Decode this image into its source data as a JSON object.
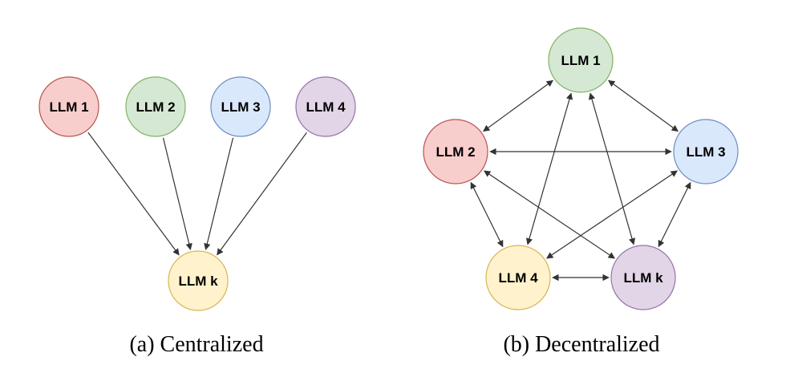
{
  "palette": {
    "red": {
      "fill": "#f8cecc",
      "stroke": "#b85450"
    },
    "green": {
      "fill": "#d5e8d4",
      "stroke": "#82b366"
    },
    "blue": {
      "fill": "#dae8fc",
      "stroke": "#6c8ebf"
    },
    "purple": {
      "fill": "#e1d5e7",
      "stroke": "#9673a6"
    },
    "yellow": {
      "fill": "#fff2cc",
      "stroke": "#d6b656"
    },
    "edge": "#333333"
  },
  "panels": [
    {
      "id": "centralized",
      "caption": "(a) Centralized",
      "nodes": [
        {
          "id": "c1",
          "label": "LLM 1",
          "color": "red"
        },
        {
          "id": "c2",
          "label": "LLM 2",
          "color": "green"
        },
        {
          "id": "c3",
          "label": "LLM 3",
          "color": "blue"
        },
        {
          "id": "c4",
          "label": "LLM 4",
          "color": "purple"
        },
        {
          "id": "ck",
          "label": "LLM k",
          "color": "yellow"
        }
      ],
      "edges": [
        {
          "from": "c1",
          "to": "ck",
          "direction": "forward"
        },
        {
          "from": "c2",
          "to": "ck",
          "direction": "forward"
        },
        {
          "from": "c3",
          "to": "ck",
          "direction": "forward"
        },
        {
          "from": "c4",
          "to": "ck",
          "direction": "forward"
        }
      ]
    },
    {
      "id": "decentralized",
      "caption": "(b) Decentralized",
      "nodes": [
        {
          "id": "d1",
          "label": "LLM 1",
          "color": "green"
        },
        {
          "id": "d2",
          "label": "LLM 2",
          "color": "red"
        },
        {
          "id": "d3",
          "label": "LLM 3",
          "color": "blue"
        },
        {
          "id": "d4",
          "label": "LLM 4",
          "color": "yellow"
        },
        {
          "id": "dk",
          "label": "LLM k",
          "color": "purple"
        }
      ],
      "edges": [
        {
          "from": "d1",
          "to": "d2",
          "direction": "both"
        },
        {
          "from": "d1",
          "to": "d3",
          "direction": "both"
        },
        {
          "from": "d1",
          "to": "d4",
          "direction": "both"
        },
        {
          "from": "d1",
          "to": "dk",
          "direction": "both"
        },
        {
          "from": "d2",
          "to": "d3",
          "direction": "both"
        },
        {
          "from": "d2",
          "to": "d4",
          "direction": "both"
        },
        {
          "from": "d2",
          "to": "dk",
          "direction": "both"
        },
        {
          "from": "d3",
          "to": "d4",
          "direction": "both"
        },
        {
          "from": "d3",
          "to": "dk",
          "direction": "both"
        },
        {
          "from": "d4",
          "to": "dk",
          "direction": "both"
        }
      ]
    }
  ]
}
